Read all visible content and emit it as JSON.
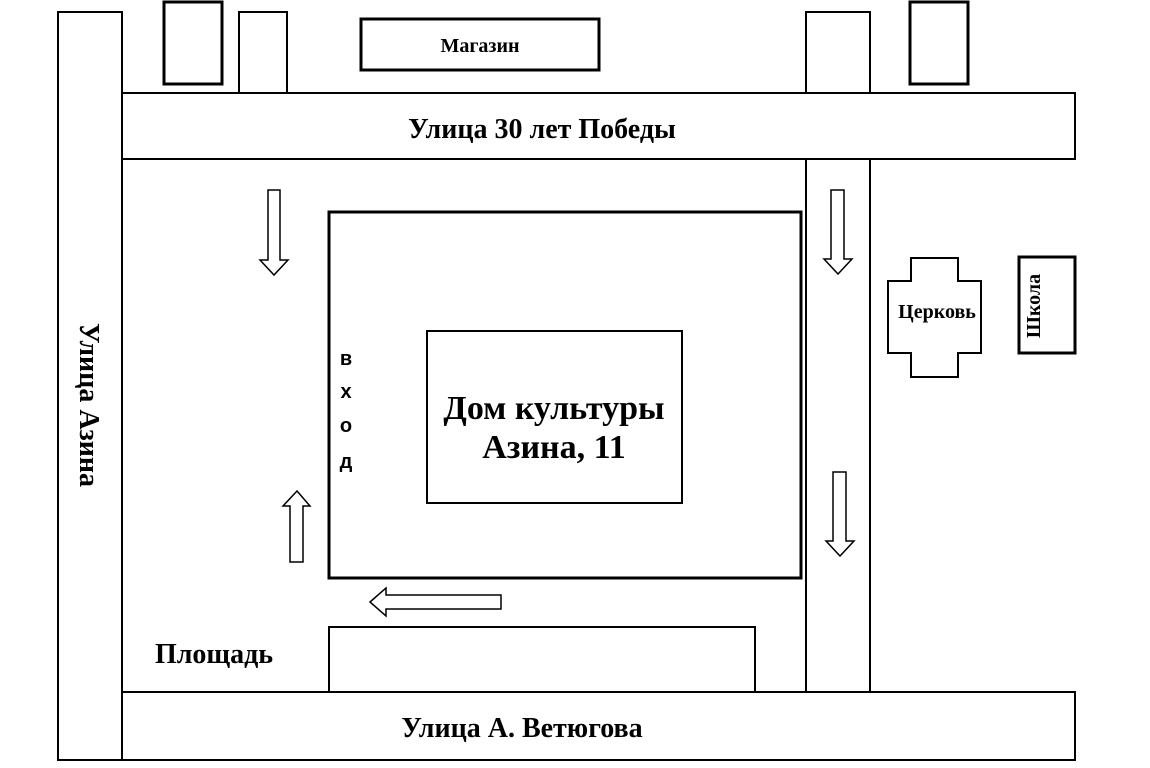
{
  "streets": {
    "top": "Улица 30 лет Победы",
    "bottom": "Улица А. Ветюгова",
    "left": "Улица Азина"
  },
  "buildings": {
    "shop": "Магазин",
    "church": "Церковь",
    "school": "Школа",
    "square": "Площадь"
  },
  "culture_house": {
    "line1": "Дом культуры",
    "line2": "Азина, 11"
  },
  "entrance": [
    "в",
    "х",
    "о",
    "д"
  ],
  "colors": {
    "ink": "#000000",
    "paper": "#ffffff"
  },
  "icons": {
    "arrow_down": "arrow-down-icon",
    "arrow_up": "arrow-up-icon",
    "arrow_left": "arrow-left-icon"
  }
}
